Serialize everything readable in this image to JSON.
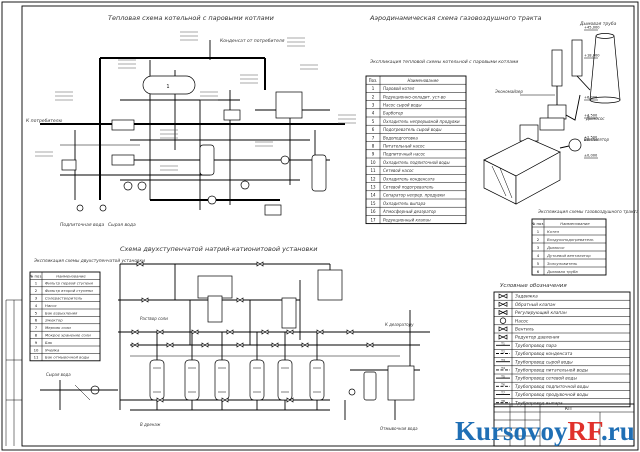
{
  "titles": {
    "thermal_scheme": "Тепловая схема котельной с паровыми котлами",
    "aerodynamic_scheme": "Аэродинамическая схема газовоздушного тракта",
    "two_stage_scheme": "Схема двухступенчатой натрий-катионитовой установки"
  },
  "thermal_labels": {
    "to_consumer": "К потребителю",
    "condensate": "Конденсат от потребителя",
    "make_up_water": "Подпиточная вода",
    "raw_water": "Сырая вода"
  },
  "explication_thermal": {
    "title": "Экспликация тепловой схемы котельной с паровыми котлами",
    "col_no": "Поз.",
    "col_name": "Наименование",
    "rows": [
      {
        "no": "1",
        "name": "Паровой котел"
      },
      {
        "no": "2",
        "name": "Редукционно-охладит. уст-во"
      },
      {
        "no": "3",
        "name": "Насос сырой воды"
      },
      {
        "no": "4",
        "name": "Барботер"
      },
      {
        "no": "5",
        "name": "Охладитель непрерывной продувки"
      },
      {
        "no": "6",
        "name": "Подогреватель сырой воды"
      },
      {
        "no": "7",
        "name": "Водоподготовка"
      },
      {
        "no": "8",
        "name": "Питательный насос"
      },
      {
        "no": "9",
        "name": "Подпиточный насос"
      },
      {
        "no": "10",
        "name": "Охладитель подпиточной воды"
      },
      {
        "no": "11",
        "name": "Сетевой насос"
      },
      {
        "no": "12",
        "name": "Охладитель конденсата"
      },
      {
        "no": "13",
        "name": "Сетевой подогреватель"
      },
      {
        "no": "14",
        "name": "Сепаратор непрер. продувки"
      },
      {
        "no": "15",
        "name": "Охладитель выпара"
      },
      {
        "no": "16",
        "name": "Атмосферный деаэратор"
      },
      {
        "no": "17",
        "name": "Редукционный клапан"
      }
    ]
  },
  "aero_labels": {
    "chimney": "Дымовая труба",
    "economizer": "Экономайзер",
    "fan": "Вентилятор",
    "smoke_exhauster": "Дымосос",
    "elevations": [
      "+45,000",
      "+18,000",
      "+6,000",
      "+4,500",
      "+2,500",
      "±0,000"
    ]
  },
  "explication_aero": {
    "title": "Экспликация схемы газовоздушного тракта",
    "col_no": "№ поз.",
    "col_name": "Наименование",
    "rows": [
      {
        "no": "1",
        "name": "Котел"
      },
      {
        "no": "2",
        "name": "Воздухоподогреватель"
      },
      {
        "no": "3",
        "name": "Дымосос"
      },
      {
        "no": "4",
        "name": "Дутьевой вентилятор"
      },
      {
        "no": "5",
        "name": "Золоуловитель"
      },
      {
        "no": "6",
        "name": "Дымовая труба"
      }
    ]
  },
  "explication_twostage": {
    "title": "Экспликация схемы двухступенчатой установки",
    "col_no": "№ поз.",
    "col_name": "Наименование",
    "rows": [
      {
        "no": "1",
        "name": "Фильтр первой ступени"
      },
      {
        "no": "2",
        "name": "Фильтр второй ступени"
      },
      {
        "no": "3",
        "name": "Солерастворитель"
      },
      {
        "no": "4",
        "name": "Насос"
      },
      {
        "no": "5",
        "name": "Бак взрыхления"
      },
      {
        "no": "6",
        "name": "Эжектор"
      },
      {
        "no": "7",
        "name": "Мерник соли"
      },
      {
        "no": "8",
        "name": "Мокрое хранение соли"
      },
      {
        "no": "9",
        "name": "Бак"
      },
      {
        "no": "10",
        "name": "Ячейка"
      },
      {
        "no": "11",
        "name": "Бак отмывочной воды"
      }
    ]
  },
  "twostage_labels": {
    "drain": "В дренаж",
    "to_deaerator": "К деаэратору",
    "raw_water": "Сырая вода",
    "wash_water": "Отмывочная вода",
    "salt_solution": "Раствор соли"
  },
  "legend": {
    "title": "Условные обозначения",
    "items": [
      {
        "symbol": "valve",
        "name": "Задвижка"
      },
      {
        "symbol": "check",
        "name": "Обратный клапан"
      },
      {
        "symbol": "control",
        "name": "Регулирующий клапан"
      },
      {
        "symbol": "pump",
        "name": "Насос"
      },
      {
        "symbol": "valve2",
        "name": "Вентиль"
      },
      {
        "symbol": "reducer",
        "name": "Редуктор давления"
      },
      {
        "symbol": "line1",
        "name": "Трубопровод пара"
      },
      {
        "symbol": "line2",
        "name": "Трубопровод конденсата"
      },
      {
        "symbol": "line3",
        "name": "Трубопровод сырой воды"
      },
      {
        "symbol": "line4",
        "name": "Трубопровод питательной воды"
      },
      {
        "symbol": "line5",
        "name": "Трубопровод сетевой воды"
      },
      {
        "symbol": "line6",
        "name": "Трубопровод подпиточной воды"
      },
      {
        "symbol": "line7",
        "name": "Трубопровод продувочной воды"
      },
      {
        "symbol": "line8",
        "name": "Трубопровод выпара"
      }
    ]
  },
  "title_block": {
    "code": "КП"
  },
  "watermark": {
    "part1": "Kursovoy",
    "part2": "RF",
    "part3": ".ru",
    "color_main": "#1f6fb5",
    "color_accent": "#e0312b"
  }
}
